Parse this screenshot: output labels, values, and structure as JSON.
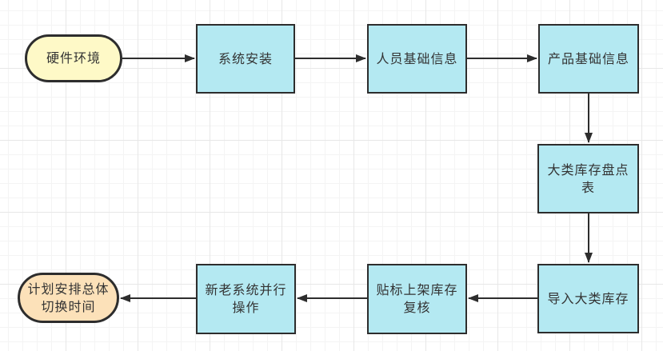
{
  "diagram": {
    "type": "flowchart",
    "background": "grid",
    "colors": {
      "process_fill": "#b4e9f2",
      "start_terminal_fill": "#fef9c7",
      "end_terminal_fill": "#fce1b9",
      "node_border": "#2d2d2d",
      "arrow": "#2d2d2d",
      "text": "#333333",
      "grid_minor": "#f4f4f4",
      "grid_major": "#e7e7e7"
    }
  },
  "nodes": [
    {
      "id": "hardware-environment",
      "label": "硬件环境",
      "shape": "stadium",
      "fill": "#fef9c7"
    },
    {
      "id": "system-installation",
      "label": "系统安装",
      "shape": "process",
      "fill": "#b4e9f2"
    },
    {
      "id": "personnel-basic-info",
      "label": "人员基础信息",
      "shape": "process",
      "fill": "#b4e9f2"
    },
    {
      "id": "product-basic-info",
      "label": "产品基础信息",
      "shape": "process",
      "fill": "#b4e9f2"
    },
    {
      "id": "category-inventory-count-sheet",
      "label": "大类库存盘点表",
      "shape": "process",
      "fill": "#b4e9f2"
    },
    {
      "id": "import-category-inventory",
      "label": "导入大类库存",
      "shape": "process",
      "fill": "#b4e9f2"
    },
    {
      "id": "label-shelve-inventory-recheck",
      "label": "贴标上架库存复核",
      "shape": "process",
      "fill": "#b4e9f2"
    },
    {
      "id": "new-old-system-parallel-operation",
      "label": "新老系统并行操作",
      "shape": "process",
      "fill": "#b4e9f2"
    },
    {
      "id": "plan-overall-switchover-time",
      "label": "计划安排总体切换时间",
      "shape": "stadium",
      "fill": "#fce1b9"
    }
  ],
  "edges": [
    {
      "from": "硬件环境",
      "to": "系统安装",
      "direction": "right"
    },
    {
      "from": "系统安装",
      "to": "人员基础信息",
      "direction": "right"
    },
    {
      "from": "人员基础信息",
      "to": "产品基础信息",
      "direction": "right"
    },
    {
      "from": "产品基础信息",
      "to": "大类库存盘点表",
      "direction": "down"
    },
    {
      "from": "大类库存盘点表",
      "to": "导入大类库存",
      "direction": "down"
    },
    {
      "from": "导入大类库存",
      "to": "贴标上架库存复核",
      "direction": "left"
    },
    {
      "from": "贴标上架库存复核",
      "to": "新老系统并行操作",
      "direction": "left"
    },
    {
      "from": "新老系统并行操作",
      "to": "计划安排总体切换时间",
      "direction": "left"
    }
  ]
}
